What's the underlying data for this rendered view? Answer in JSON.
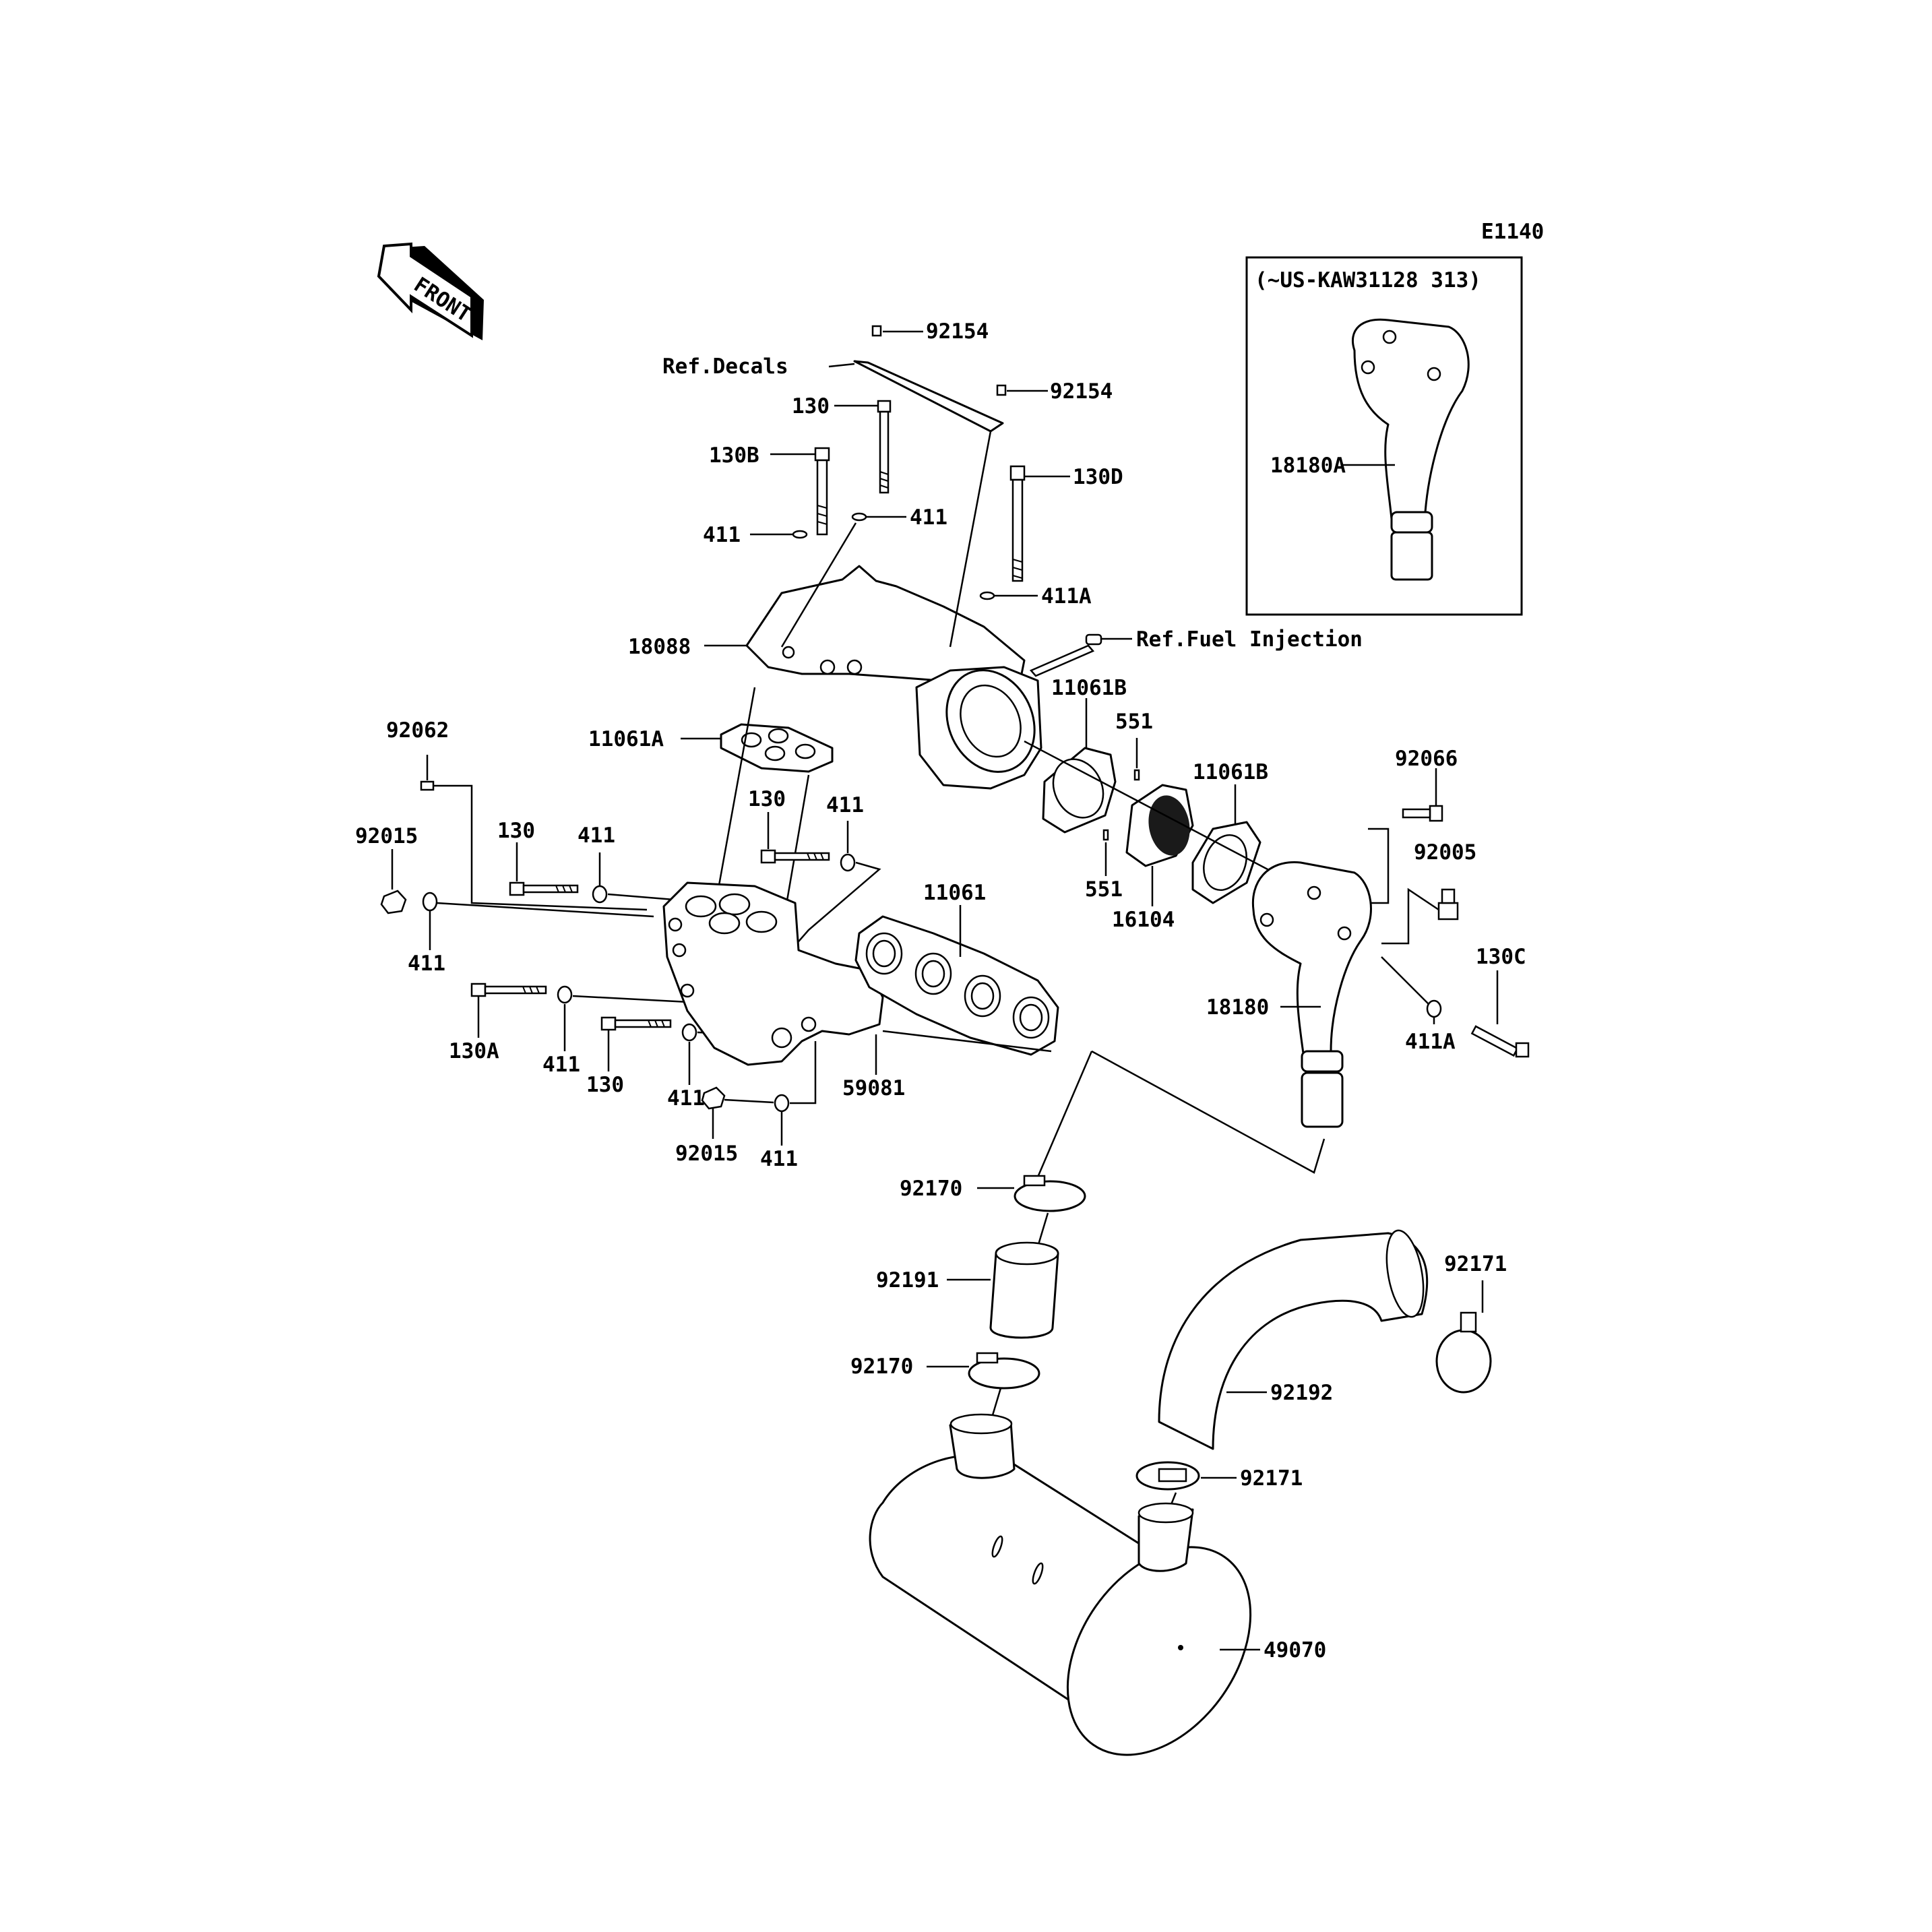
{
  "diagram": {
    "code": "E1140",
    "front_label": "FRONT",
    "inset_caption": "(~US-KAW31128 313)",
    "parts": {
      "p92154_top": "92154",
      "ref_decals": "Ref.Decals",
      "p92154_mid": "92154",
      "p130_top": "130",
      "p130B": "130B",
      "p130D": "130D",
      "p411_a": "411",
      "p411_b": "411",
      "p411A_top": "411A",
      "p18088": "18088",
      "ref_fuel": "Ref.Fuel Injection",
      "p11061B_a": "11061B",
      "p551_a": "551",
      "p11061B_b": "11061B",
      "p92066": "92066",
      "p92005": "92005",
      "p130C": "130C",
      "p411A_right": "411A",
      "p18180": "18180",
      "p16104": "16104",
      "p551_b": "551",
      "p92062": "92062",
      "p11061A": "11061A",
      "p92015_left": "92015",
      "p130_left": "130",
      "p411_c": "411",
      "p130_mid": "130",
      "p411_d": "411",
      "p11061": "11061",
      "p411_e": "411",
      "p130A": "130A",
      "p411_f": "411",
      "p130_low": "130",
      "p411_g": "411",
      "p59081": "59081",
      "p92015_low": "92015",
      "p411_h": "411",
      "p92170_a": "92170",
      "p92191": "92191",
      "p92170_b": "92170",
      "p92171_a": "92171",
      "p92192": "92192",
      "p92171_b": "92171",
      "p49070": "49070",
      "p18180A": "18180A"
    }
  }
}
